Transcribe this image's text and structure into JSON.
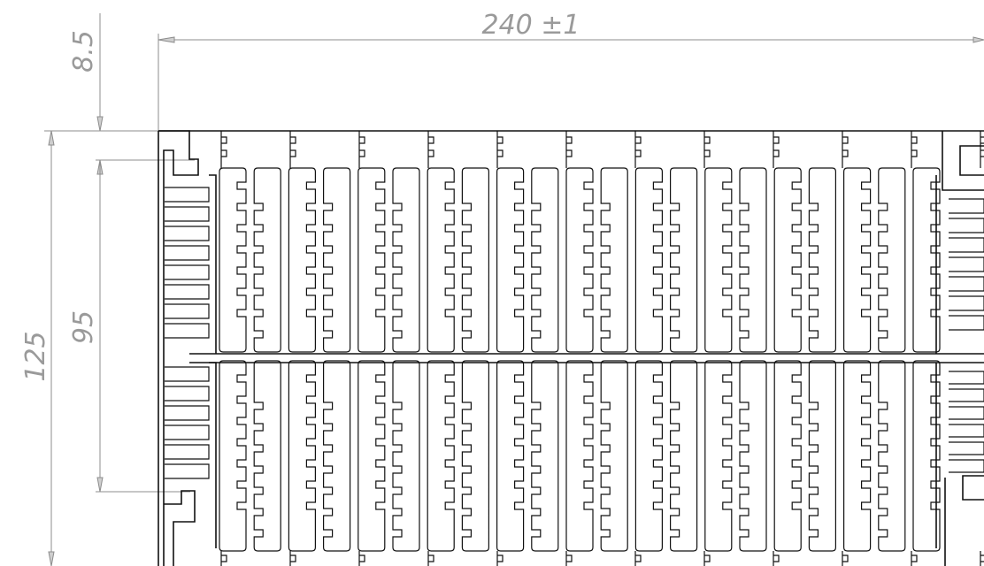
{
  "drawing": {
    "dimension_width": "240 ±1",
    "dimension_top_offset": "8.5",
    "dimension_total_height": "125",
    "dimension_inner_height": "95"
  },
  "colors": {
    "dimension": "#8c8c8c",
    "dimension_text": "#9a9a9a",
    "outline": "#111111",
    "background": "#ffffff"
  }
}
